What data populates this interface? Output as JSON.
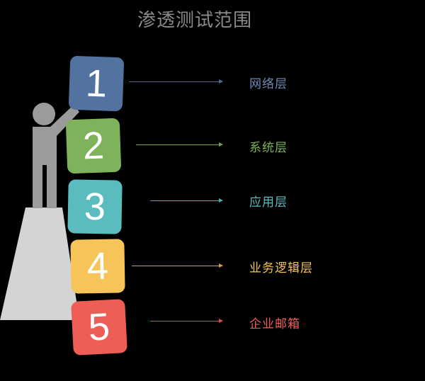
{
  "title": "渗透测试范围",
  "layers": [
    {
      "number": "1",
      "label": "网络层",
      "color": "#52739f",
      "text_color": "#6d8ab3"
    },
    {
      "number": "2",
      "label": "系统层",
      "color": "#7fb35b",
      "text_color": "#7fb35b"
    },
    {
      "number": "3",
      "label": "应用层",
      "color": "#5bbcbf",
      "text_color": "#5bbcbf"
    },
    {
      "number": "4",
      "label": "业务逻辑层",
      "color": "#f7c45a",
      "text_color": "#f7c45a"
    },
    {
      "number": "5",
      "label": "企业邮箱",
      "color": "#ef5e56",
      "text_color": "#ef5e56"
    }
  ]
}
